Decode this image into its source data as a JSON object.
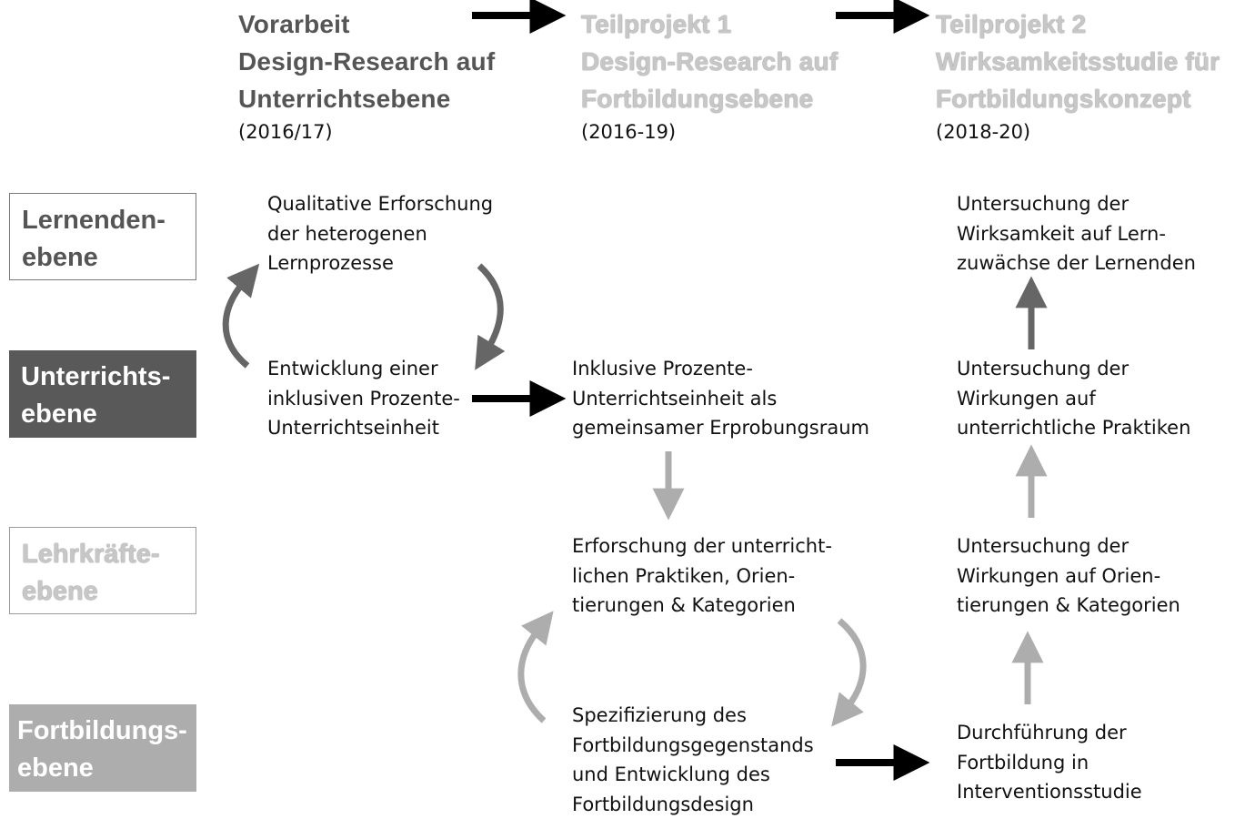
{
  "columns": {
    "vorarbeit": {
      "line1": "Vorarbeit",
      "line2": "Design-Research auf",
      "line3": "Unterrichtsebene",
      "years": "(2016/17)"
    },
    "teilprojekt1": {
      "line1": "Teilprojekt 1",
      "line2": "Design-Research auf",
      "line3": "Fortbildungsebene",
      "years": "(2016-19)"
    },
    "teilprojekt2": {
      "line1": "Teilprojekt 2",
      "line2": "Wirksamkeitsstudie für",
      "line3": "Fortbildungskonzept",
      "years": "(2018-20)"
    }
  },
  "levels": {
    "lernende": {
      "line1": "Lernenden-",
      "line2": "ebene"
    },
    "unterricht": {
      "line1": "Unterrichts-",
      "line2": "ebene"
    },
    "lehrkraefte": {
      "line1": "Lehrkräfte-",
      "line2": "ebene"
    },
    "fortbildung": {
      "line1": "Fortbildungs-",
      "line2": "ebene"
    }
  },
  "blocks": {
    "qualitative": [
      "Qualitative Erforschung",
      "der heterogenen",
      "Lernprozesse"
    ],
    "entwicklung": [
      "Entwicklung einer",
      "inklusiven Prozente-",
      "Unterrichtseinheit"
    ],
    "inklusive": [
      "Inklusive Prozente-",
      "Unterrichtseinheit als",
      "gemeinsamer Erprobungsraum"
    ],
    "erforschung": [
      "Erforschung der unterricht-",
      "lichen Praktiken, Orien-",
      "tierungen & Kategorien"
    ],
    "spezifizierung": [
      "Spezifizierung des",
      "Fortbildungsgegenstands",
      "und Entwicklung des",
      "Fortbildungsdesign"
    ],
    "wirksamkeit": [
      "Untersuchung der",
      "Wirksamkeit auf Lern-",
      "zuwächse der Lernenden"
    ],
    "wirkungen_praktiken": [
      "Untersuchung der",
      "Wirkungen auf",
      "unterrichtliche Praktiken"
    ],
    "wirkungen_orientierungen": [
      "Untersuchung der",
      "Wirkungen auf Orien-",
      "tierungen & Kategorien"
    ],
    "durchfuehrung": [
      "Durchführung der",
      "Fortbildung in",
      "Interventionsstudie"
    ]
  },
  "colors": {
    "dark_gray": "#595959",
    "mid_gray": "#666666",
    "light_gray": "#adadad",
    "black": "#000000"
  }
}
